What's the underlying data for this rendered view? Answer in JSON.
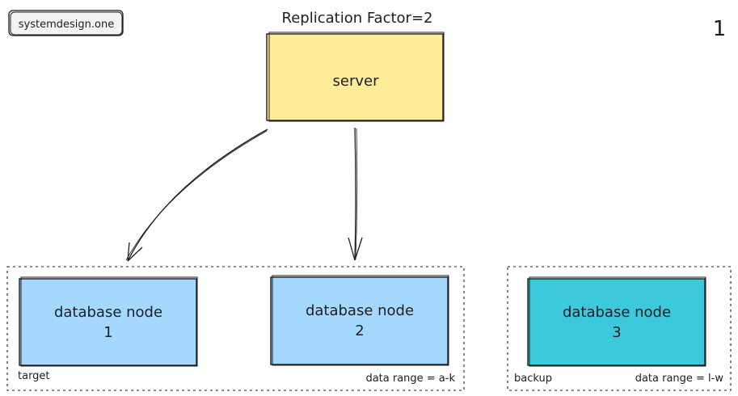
{
  "badge": {
    "text": "systemdesign.one"
  },
  "title": "Replication Factor=2",
  "page_number": "1",
  "server": {
    "label": "server",
    "fill": "#ffec99"
  },
  "nodes": [
    {
      "line1": "database node",
      "line2": "1",
      "fill": "#a5d8ff"
    },
    {
      "line1": "database node",
      "line2": "2",
      "fill": "#a5d8ff"
    },
    {
      "line1": "database node",
      "line2": "3",
      "fill": "#3bc9db"
    }
  ],
  "group_left": {
    "label": "target",
    "range": "data range = a-k"
  },
  "group_right": {
    "label": "backup",
    "range": "data range = l-w"
  },
  "colors": {
    "stroke": "#1e1e1e"
  }
}
